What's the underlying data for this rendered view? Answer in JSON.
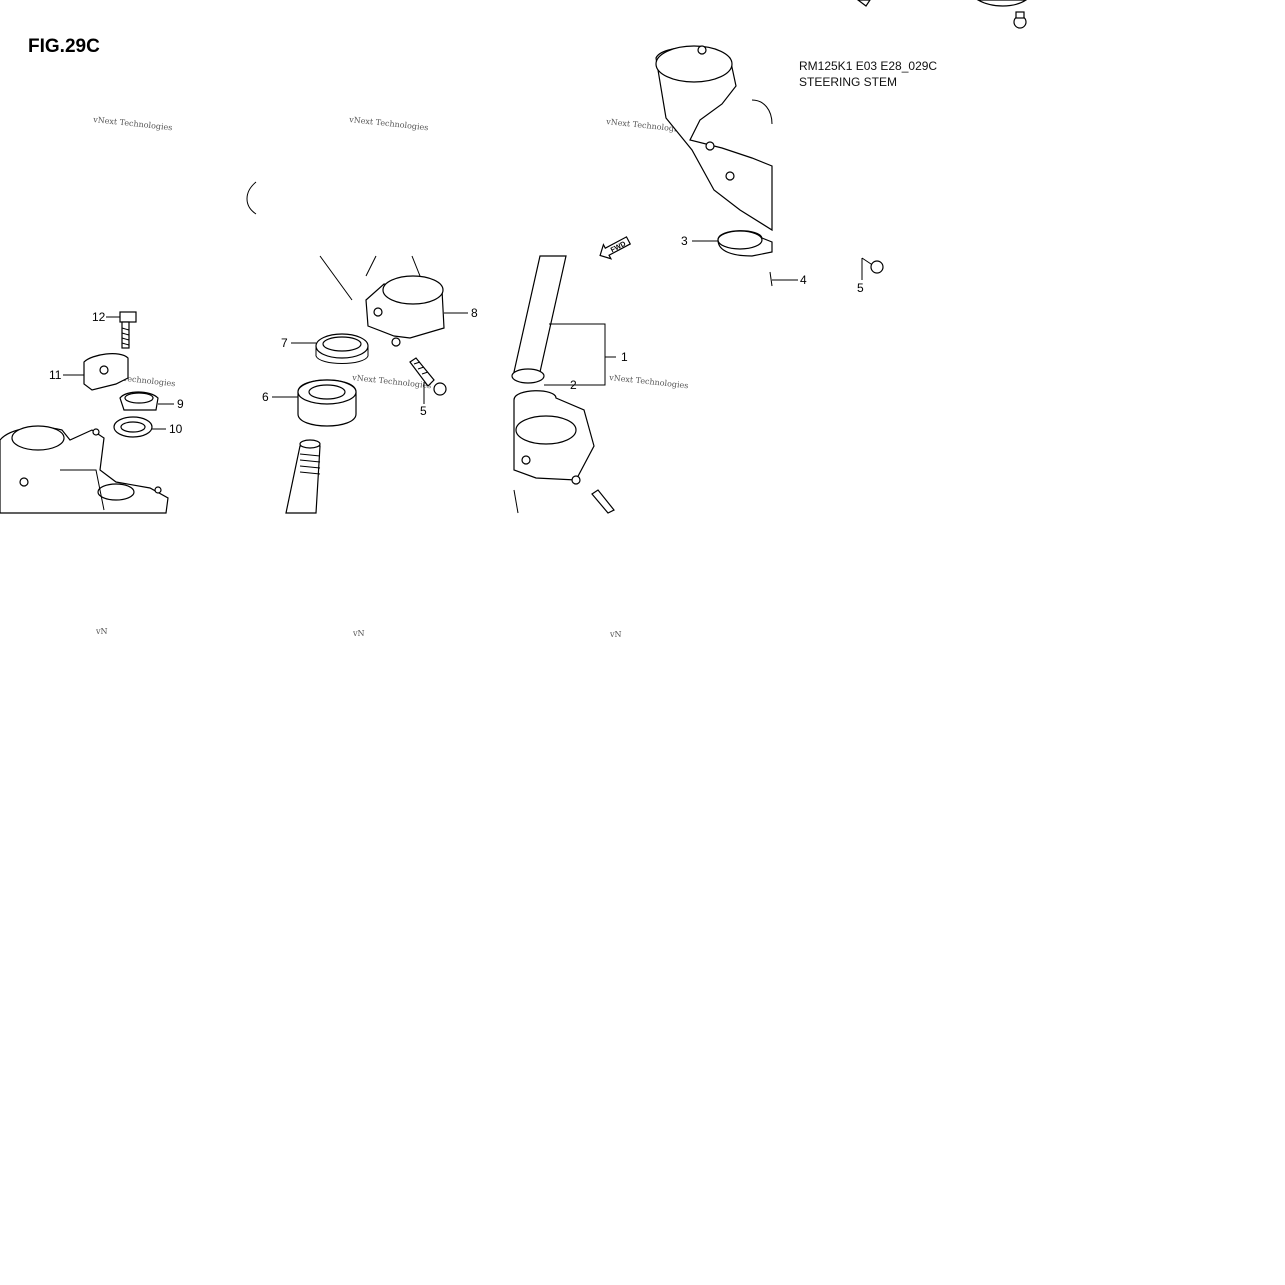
{
  "figure": {
    "title": "FIG.29C",
    "model_code": "RM125K1 E03 E28_029C",
    "section": "STEERING STEM"
  },
  "watermark": {
    "text": "vNext Technologies",
    "fragment": "vN"
  },
  "direction_badge": "FWD",
  "callouts": [
    {
      "id": "c1",
      "label": "1"
    },
    {
      "id": "c2",
      "label": "2"
    },
    {
      "id": "c3",
      "label": "3"
    },
    {
      "id": "c4",
      "label": "4"
    },
    {
      "id": "c5a",
      "label": "5"
    },
    {
      "id": "c5b",
      "label": "5"
    },
    {
      "id": "c6",
      "label": "6"
    },
    {
      "id": "c7",
      "label": "7"
    },
    {
      "id": "c8",
      "label": "8"
    },
    {
      "id": "c9",
      "label": "9"
    },
    {
      "id": "c10",
      "label": "10"
    },
    {
      "id": "c11",
      "label": "11"
    },
    {
      "id": "c12",
      "label": "12"
    }
  ]
}
